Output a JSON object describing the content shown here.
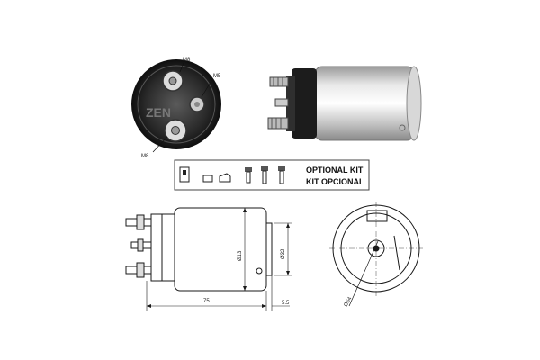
{
  "labels": {
    "terminal_top": "M8",
    "terminal_right": "M5",
    "terminal_bottom": "M8"
  },
  "kit": {
    "line1": "OPTIONAL KIT",
    "line2": "KIT OPCIONAL"
  },
  "dimensions": {
    "body_length": "75",
    "flange_width": "5.5",
    "body_diameter": "Ø13",
    "flange_diameter": "Ø32",
    "bolt_circle": "Ø54"
  },
  "colors": {
    "line": "#1a1a1a",
    "body_metal": "#c9c9c9",
    "dark": "#2b2b2b"
  }
}
